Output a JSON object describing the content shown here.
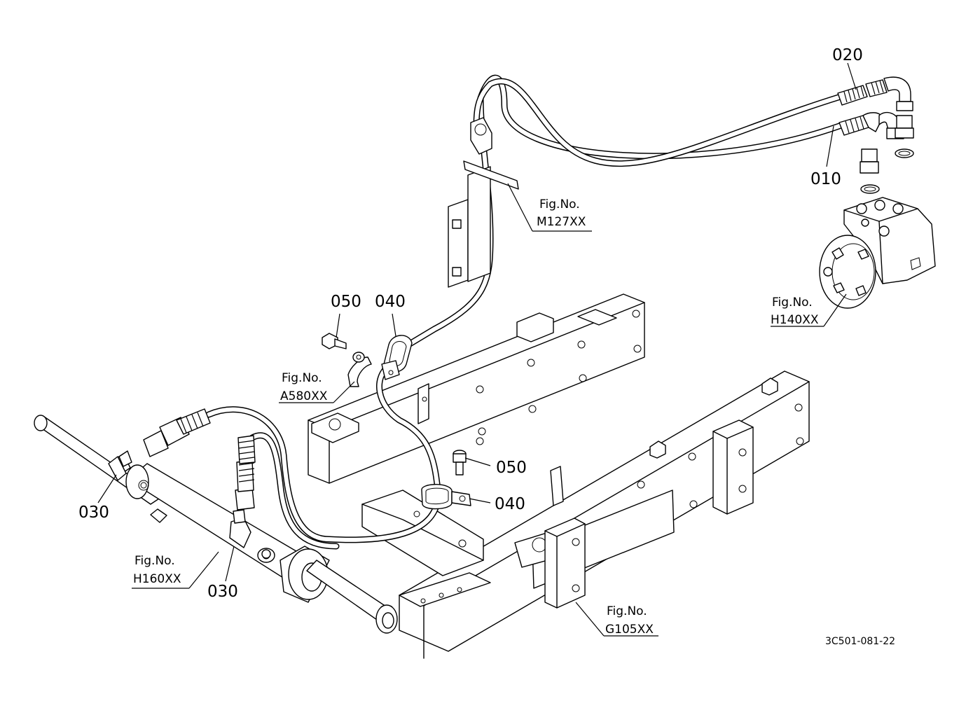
{
  "part_labels": {
    "p010": "010",
    "p020": "020",
    "p030_upper": "030",
    "p030_lower": "030",
    "p040_upper": "040",
    "p040_lower": "040",
    "p050_upper": "050",
    "p050_lower": "050"
  },
  "figure_refs": {
    "m127": {
      "caption": "Fig.No.",
      "code": "M127XX"
    },
    "h140": {
      "caption": "Fig.No.",
      "code": "H140XX"
    },
    "a580": {
      "caption": "Fig.No.",
      "code": "A580XX"
    },
    "h160": {
      "caption": "Fig.No.",
      "code": "H160XX"
    },
    "g105": {
      "caption": "Fig.No.",
      "code": "G105XX"
    }
  },
  "drawing_code": "3C501-081-22"
}
